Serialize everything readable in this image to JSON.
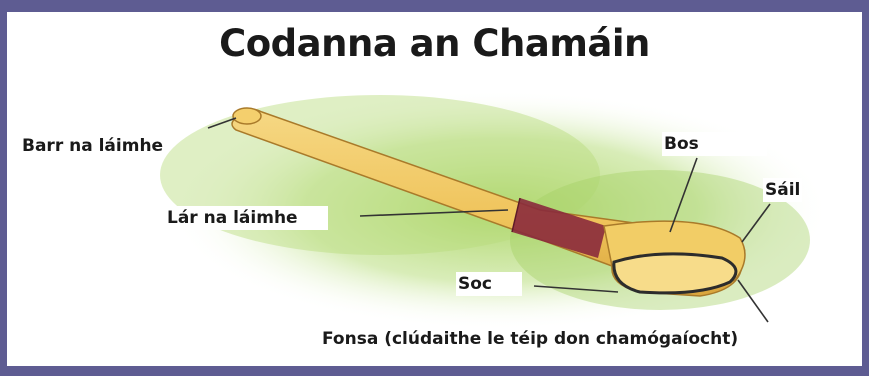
{
  "title": "Codanna an Chamáin",
  "labels": {
    "barr": "Barr na láimhe",
    "lar": "Lár na láimhe",
    "bos": "Bos",
    "sail": "Sáil",
    "soc": "Soc",
    "fonsa": "Fonsa (clúdaithe le téip don chamógaíocht)"
  },
  "colors": {
    "frame": "#5e5c92",
    "wood": "#f1c75a",
    "tape": "#8a2a3c",
    "grass": "#9fcf5a"
  }
}
